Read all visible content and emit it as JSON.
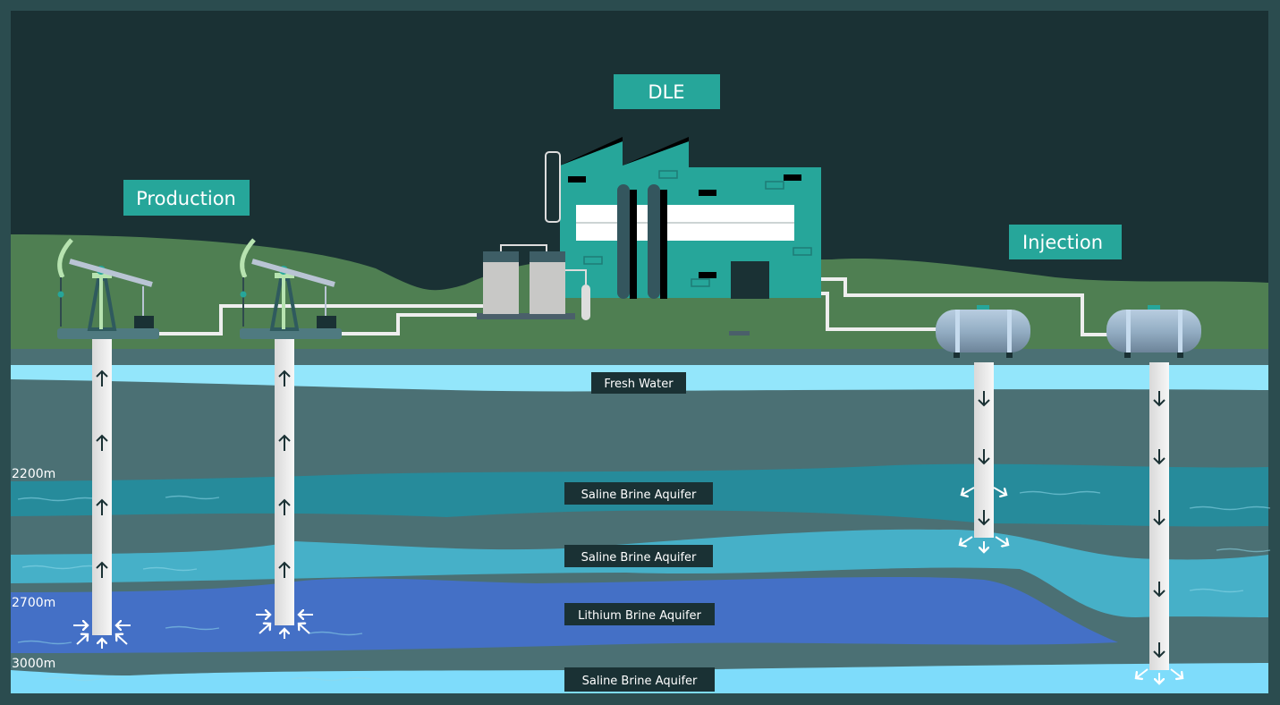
{
  "stages": {
    "production": "Production",
    "dle": "DLE",
    "injection": "Injection"
  },
  "layers": {
    "fresh_water": "Fresh Water",
    "saline_1": "Saline Brine Aquifer",
    "saline_2": "Saline Brine Aquifer",
    "lithium": "Lithium Brine Aquifer",
    "saline_3": "Saline Brine Aquifer"
  },
  "depths": [
    "2200m",
    "2700m",
    "3000m"
  ],
  "colors": {
    "frame": "#2b4c4f",
    "sky": "#1a3134",
    "ground": "#4f7f52",
    "rock": "#4b7074",
    "fresh_water": "#93e6fb",
    "saline_dark": "#268b9b",
    "saline_light": "#46b0c8",
    "lithium": "#4470c6",
    "saline_bottom": "#7edcfb",
    "stage_label": "#26a69a",
    "layer_label": "#1a3134"
  }
}
